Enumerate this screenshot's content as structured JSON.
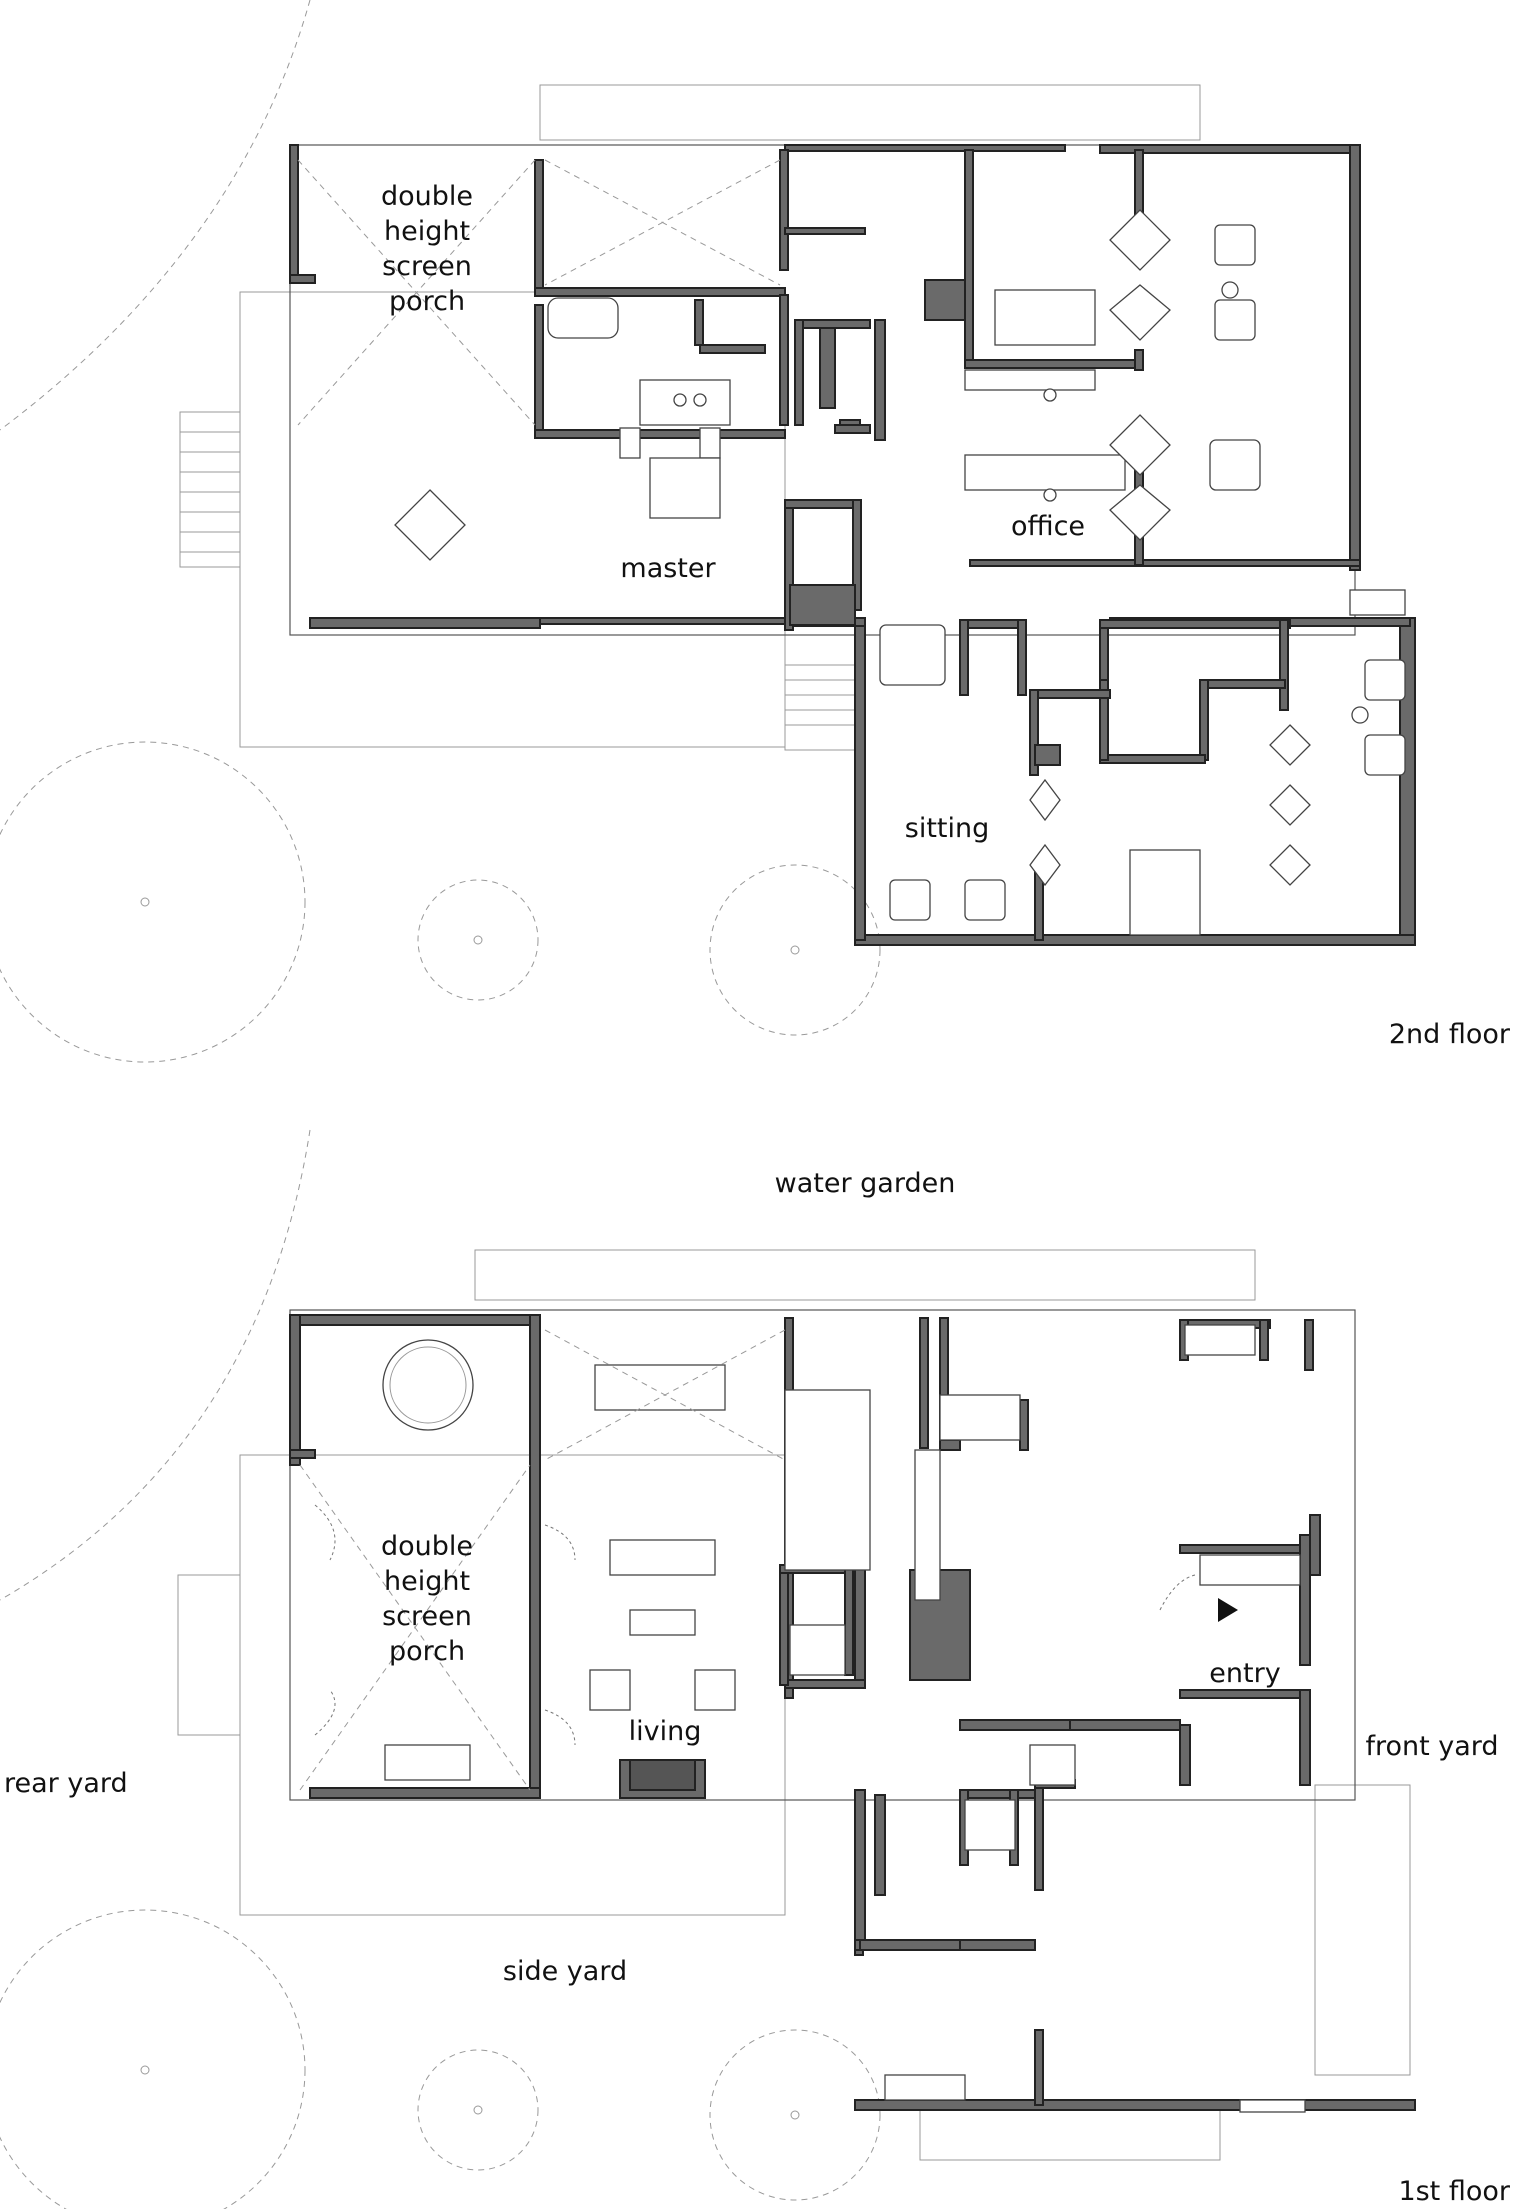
{
  "floors": [
    {
      "name": "2nd floor",
      "rooms": [
        {
          "id": "porch2",
          "lines": [
            "double",
            "height",
            "screen",
            "porch"
          ]
        },
        {
          "id": "master",
          "lines": [
            "master"
          ]
        },
        {
          "id": "office",
          "lines": [
            "office"
          ]
        },
        {
          "id": "sitting",
          "lines": [
            "sitting"
          ]
        }
      ]
    },
    {
      "name": "1st floor",
      "rooms": [
        {
          "id": "porch1",
          "lines": [
            "double",
            "height",
            "screen",
            "porch"
          ]
        },
        {
          "id": "living",
          "lines": [
            "living"
          ]
        },
        {
          "id": "entry",
          "lines": [
            "entry"
          ]
        }
      ]
    }
  ],
  "site_labels": {
    "water_garden": "water garden",
    "rear_yard": "rear yard",
    "front_yard": "front yard",
    "side_yard": "side yard"
  }
}
